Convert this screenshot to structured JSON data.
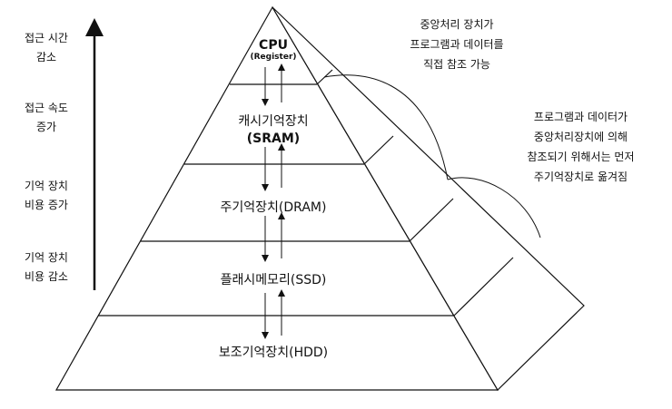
{
  "side_labels": [
    {
      "line1": "접근 시간",
      "line2": "감소"
    },
    {
      "line1": "접근 속도",
      "line2": "증가"
    },
    {
      "line1": "기억 장치",
      "line2": "비용 증가"
    },
    {
      "line1": "기억 장치",
      "line2": "비용 감소"
    }
  ],
  "tiers": [
    {
      "name": "CPU",
      "sub": "(Register)"
    },
    {
      "name": "캐시기억장치",
      "sub": "(SRAM)"
    },
    {
      "name": "주기억장치(DRAM)"
    },
    {
      "name": "플래시메모리(SSD)"
    },
    {
      "name": "보조기억장치(HDD)"
    }
  ],
  "notes": {
    "cpu_direct": [
      "중앙처리 장치가",
      "프로그램과 데이터를",
      "직접 참조 가능"
    ],
    "must_move": [
      "프로그램과 데이터가",
      "중앙처리장치에 의해",
      "참조되기 위해서는 먼저",
      "주기억장치로 옮겨짐"
    ]
  },
  "colors": {
    "line": "#111111",
    "background": "#ffffff"
  }
}
